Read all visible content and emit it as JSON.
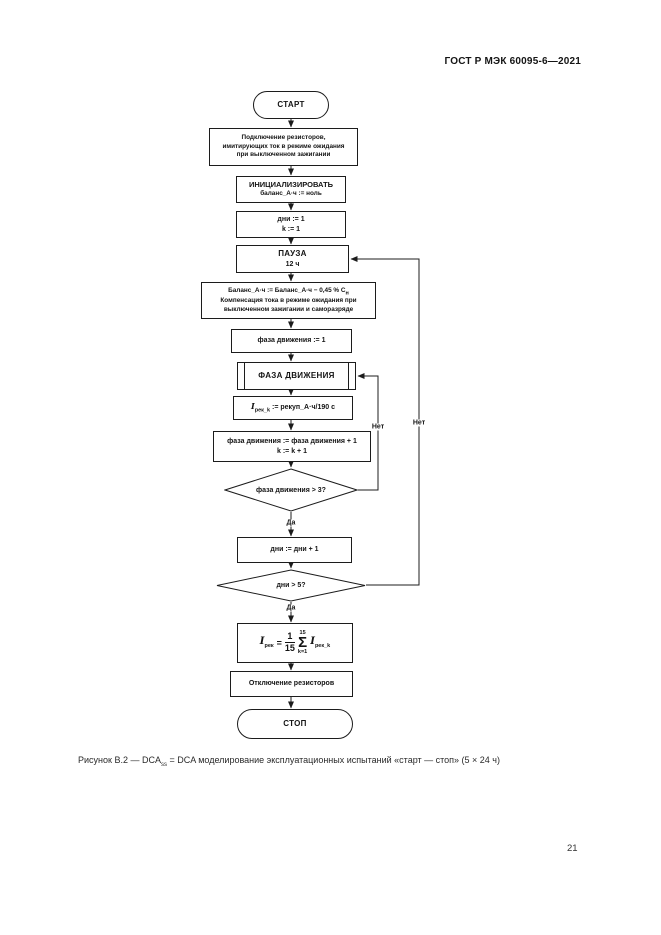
{
  "header": {
    "title": "ГОСТ Р МЭК 60095-6—2021"
  },
  "flowchart": {
    "start_label": "СТАРТ",
    "stop_label": "СТОП",
    "connect_resistors": {
      "line1": "Подключение резисторов,",
      "line2": "имитирующих ток в режиме ожидания",
      "line3": "при выключенном зажигании"
    },
    "initialize": {
      "line1": "ИНИЦИАЛИЗИРОВАТЬ",
      "line2": "баланс_А·ч := ноль"
    },
    "counters_init": {
      "line1": "дни := 1",
      "line2": "k := 1"
    },
    "pause": {
      "line1": "ПАУЗА",
      "line2": "12 ч"
    },
    "balance_update": {
      "line1_main": "Баланс_А·ч := Баланс_А·ч − 0,45 % С",
      "line1_sub": "н",
      "line2": "Компенсация тока в режиме ожидания при",
      "line3": "выключенном зажигании и саморазряде"
    },
    "drive_phase_init": "фаза движения := 1",
    "drive_phase": "ФАЗА ДВИЖЕНИЯ",
    "rec_current": {
      "lhs": "I",
      "lhs_sub": "рек_k",
      "rest": " := рекуп_А·ч/190 с"
    },
    "increment": {
      "line1": "фаза движения := фаза движения + 1",
      "line2": "k := k + 1"
    },
    "decision_phase": "фаза движения > 3?",
    "days_increment": "дни := дни + 1",
    "decision_days": "дни > 5?",
    "formula": {
      "lhs": "I",
      "lhs_sub": "рек",
      "equals": "=",
      "frac_num": "1",
      "frac_den": "15",
      "sum_upper": "15",
      "sigma": "Σ",
      "sum_lower": "k=1",
      "rhs": "I",
      "rhs_sub": "рек_k"
    },
    "disconnect_resistors": "Отключение резисторов",
    "labels": {
      "yes_phase": "Да",
      "no_phase": "Нет",
      "yes_days": "Да",
      "no_days": "Нет"
    }
  },
  "caption": {
    "prefix": "Рисунок В.2 — DCA",
    "subscript": "ss",
    "suffix": " = DCA моделирование эксплуатационных испытаний «старт — стоп» (5 × 24 ч)"
  },
  "page_number": "21"
}
